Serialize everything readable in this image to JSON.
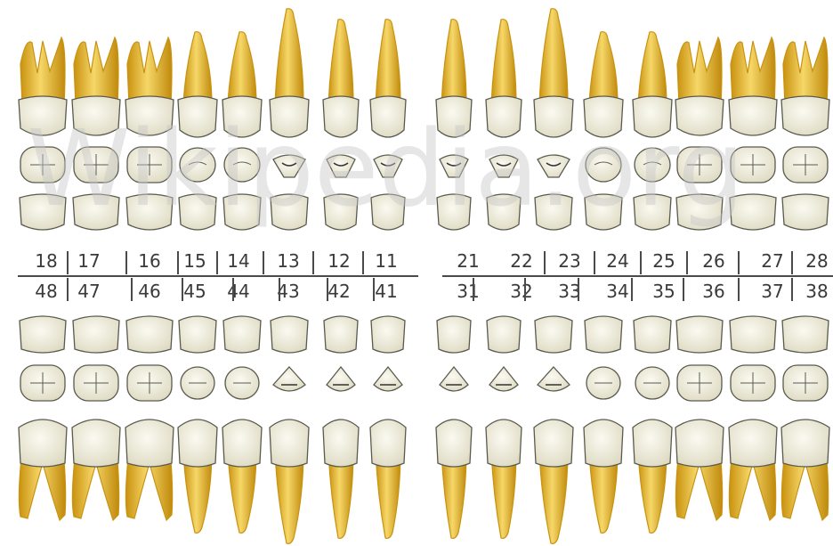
{
  "watermark": "Wikipedia.org",
  "colors": {
    "crown_fill": "#f1efdf",
    "crown_stroke": "#5a5a4e",
    "root_light": "#f3d060",
    "root_dark": "#c9920f",
    "line": "#4a4a4a",
    "number_text": "#3a3a3a"
  },
  "upper_numbers": [
    "18",
    "17",
    "16",
    "15",
    "14",
    "13",
    "12",
    "11",
    "21",
    "22",
    "23",
    "24",
    "25",
    "26",
    "27",
    "28"
  ],
  "lower_numbers": [
    "48",
    "47",
    "46",
    "45",
    "44",
    "43",
    "42",
    "41",
    "31",
    "32",
    "33",
    "34",
    "35",
    "36",
    "37",
    "38"
  ],
  "teeth_types": [
    "molar",
    "molar",
    "molar",
    "premolar",
    "premolar",
    "canine",
    "incisor",
    "incisor",
    "incisor",
    "incisor",
    "canine",
    "premolar",
    "premolar",
    "molar",
    "molar",
    "molar"
  ]
}
